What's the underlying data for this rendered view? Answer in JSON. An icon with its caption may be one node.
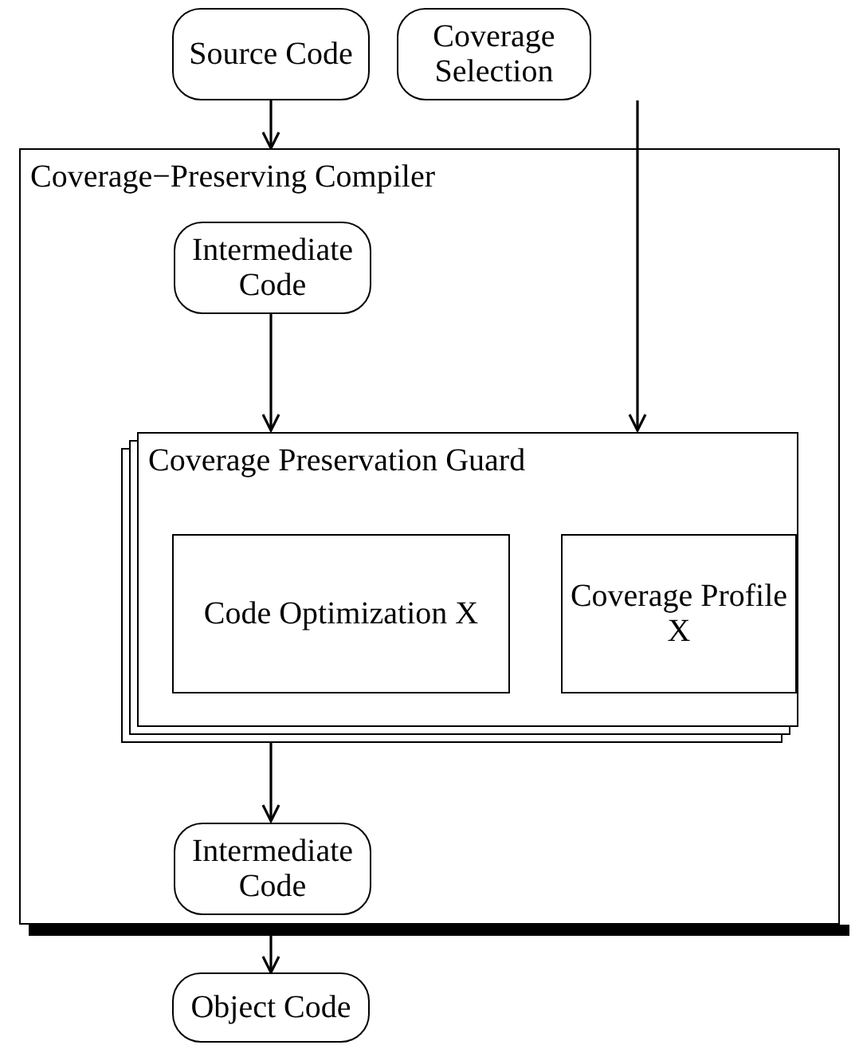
{
  "diagram": {
    "nodes": [
      {
        "text": [
          "Source Code"
        ]
      },
      {
        "text": [
          "Coverage Selection"
        ]
      },
      {
        "text": [
          "Coverage−Preserving Compiler"
        ]
      },
      {
        "text": [
          "Intermediate Code"
        ],
        "in": 2
      },
      {
        "text": [
          "Coverage Preservation Guard"
        ],
        "in": 2
      },
      {
        "text": [
          "Code Optimization X"
        ],
        "in": 4
      },
      {
        "text": [
          "Coverage Profile X"
        ],
        "in": 4
      },
      {
        "text": [
          "Intermediate Code"
        ],
        "in": 2
      },
      {
        "text": [
          "Object Code"
        ]
      }
    ],
    "edges": [
      {
        "from": 0,
        "to": 2,
        "arrow": "to"
      },
      {
        "from": 1,
        "to": 4,
        "arrow": "to"
      },
      {
        "from": 3,
        "to": 4,
        "arrow": "to"
      },
      {
        "from": 4,
        "to": 7,
        "arrow": "to"
      },
      {
        "from": 2,
        "to": 8,
        "arrow": "to"
      }
    ]
  }
}
